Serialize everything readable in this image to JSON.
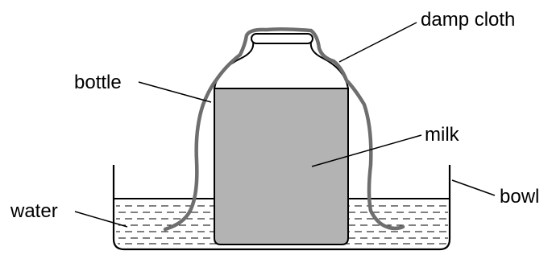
{
  "diagram": {
    "labels": {
      "damp_cloth": "damp cloth",
      "bottle": "bottle",
      "milk": "milk",
      "water": "water",
      "bowl": "bowl"
    },
    "colors": {
      "outline": "#000000",
      "milk": "#b3b3b3",
      "cloth": "#6e6e6e",
      "water_dashes": "#000000",
      "background": "#ffffff"
    }
  }
}
